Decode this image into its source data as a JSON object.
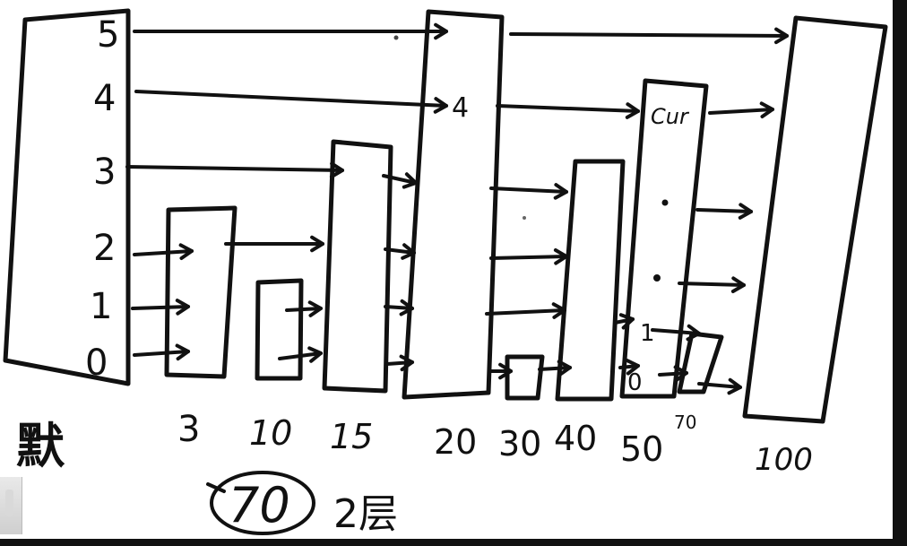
{
  "diagram": {
    "level_labels": [
      "5",
      "4",
      "3",
      "2",
      "1",
      "0"
    ],
    "node_labels": [
      "默",
      "3",
      "10",
      "15",
      "20",
      "30",
      "40",
      "50",
      "70",
      "100"
    ],
    "inline_labels": {
      "node20_level": "4",
      "node50_top": "Cur",
      "node50_low1": "1",
      "node50_low0": "0"
    },
    "search_target": "70",
    "note": "2层"
  }
}
